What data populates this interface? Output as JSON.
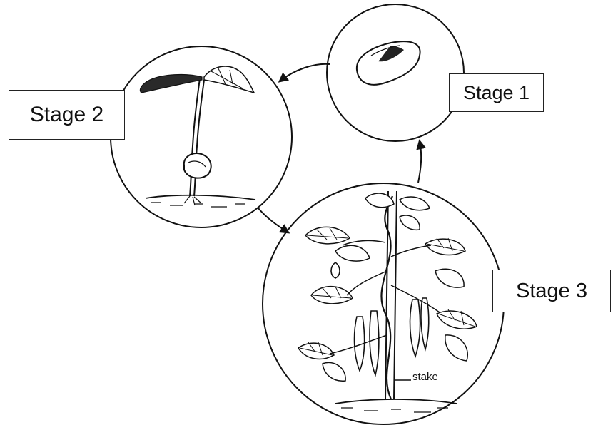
{
  "stages": [
    {
      "label": "Stage 1"
    },
    {
      "label": "Stage 2"
    },
    {
      "label": "Stage 3"
    }
  ],
  "annotation": {
    "stake": "stake"
  }
}
